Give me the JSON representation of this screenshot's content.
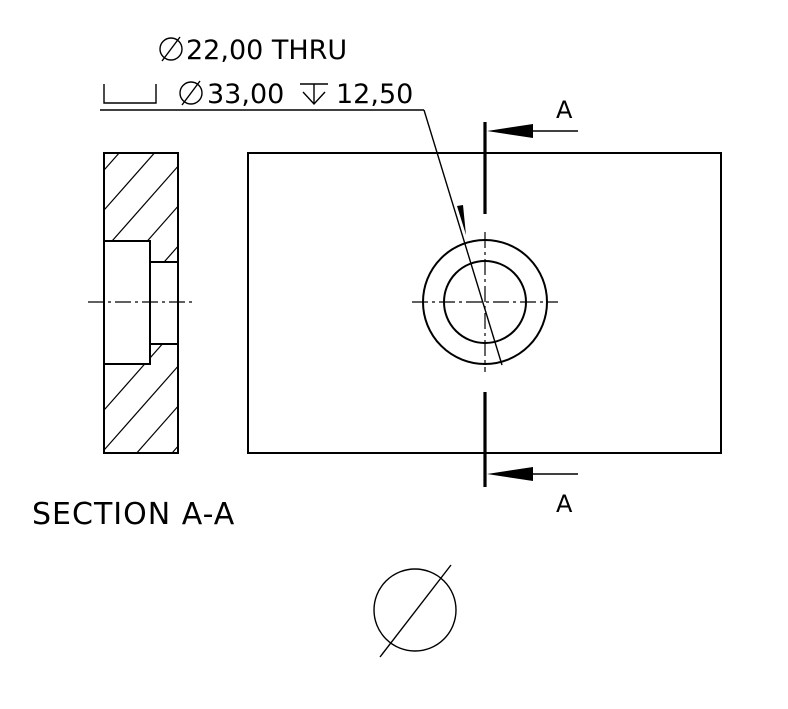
{
  "callout": {
    "line1_symbol": "⌀",
    "line1_text": "22,00 THRU",
    "line2_symbol": "⌀",
    "line2_value": "33,00",
    "line2_depth_symbol": "↧",
    "line2_depth": "12,50"
  },
  "section_label": "SECTION A-A",
  "cut_plane": {
    "top_label": "A",
    "bottom_label": "A"
  },
  "icons": {
    "counterbore": "counterbore-symbol-icon",
    "diameter": "diameter-icon",
    "depth": "depth-icon",
    "bottom_symbol": "diameter-symbol-icon"
  }
}
